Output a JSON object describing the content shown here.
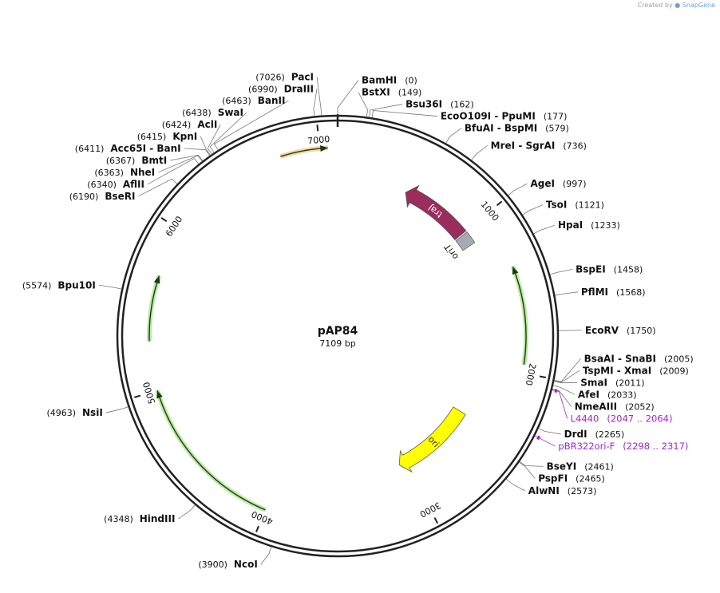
{
  "credit": {
    "prefix": "Created by",
    "brand": "SnapGene"
  },
  "plasmid": {
    "name": "pAP84",
    "size_label": "7109 bp",
    "length": 7109
  },
  "ticks": [
    "1000",
    "2000",
    "3000",
    "4000",
    "5000",
    "6000",
    "7000"
  ],
  "enzymes": [
    {
      "name": "BamHI",
      "pos": "(0)",
      "site": 0
    },
    {
      "name": "BstXI",
      "pos": "(149)",
      "site": 149
    },
    {
      "name": "Bsu36I",
      "pos": "(162)",
      "site": 162
    },
    {
      "name": "EcoO109I  - PpuMI",
      "pos": "(177)",
      "site": 177
    },
    {
      "name": "BfuAI  - BspMI",
      "pos": "(579)",
      "site": 579
    },
    {
      "name": "MreI  - SgrAI",
      "pos": "(736)",
      "site": 736
    },
    {
      "name": "AgeI",
      "pos": "(997)",
      "site": 997
    },
    {
      "name": "TsoI",
      "pos": "(1121)",
      "site": 1121
    },
    {
      "name": "HpaI",
      "pos": "(1233)",
      "site": 1233
    },
    {
      "name": "BspEI",
      "pos": "(1458)",
      "site": 1458
    },
    {
      "name": "PflMI",
      "pos": "(1568)",
      "site": 1568
    },
    {
      "name": "EcoRV",
      "pos": "(1750)",
      "site": 1750
    },
    {
      "name": "BsaAI  - SnaBI",
      "pos": "(2005)",
      "site": 2005
    },
    {
      "name": "TspMI  - XmaI",
      "pos": "(2009)",
      "site": 2009
    },
    {
      "name": "SmaI",
      "pos": "(2011)",
      "site": 2011
    },
    {
      "name": "AfeI",
      "pos": "(2033)",
      "site": 2033
    },
    {
      "name": "NmeAIII",
      "pos": "(2052)",
      "site": 2052
    },
    {
      "name": "DrdI",
      "pos": "(2265)",
      "site": 2265
    },
    {
      "name": "BseYI",
      "pos": "(2461)",
      "site": 2461
    },
    {
      "name": "PspFI",
      "pos": "(2465)",
      "site": 2465
    },
    {
      "name": "AlwNI",
      "pos": "(2573)",
      "site": 2573
    },
    {
      "name": "NcoI",
      "pos": "(3900)",
      "site": 3900
    },
    {
      "name": "HindIII",
      "pos": "(4348)",
      "site": 4348
    },
    {
      "name": "NsiI",
      "pos": "(4963)",
      "site": 4963
    },
    {
      "name": "Bpu10I",
      "pos": "(5574)",
      "site": 5574
    },
    {
      "name": "BseRI",
      "pos": "(6190)",
      "site": 6190
    },
    {
      "name": "AflII",
      "pos": "(6340)",
      "site": 6340
    },
    {
      "name": "NheI",
      "pos": "(6363)",
      "site": 6363
    },
    {
      "name": "BmtI",
      "pos": "(6367)",
      "site": 6367
    },
    {
      "name": "Acc65I  - BanI",
      "pos": "(6411)",
      "site": 6411
    },
    {
      "name": "KpnI",
      "pos": "(6415)",
      "site": 6415
    },
    {
      "name": "AclI",
      "pos": "(6424)",
      "site": 6424
    },
    {
      "name": "SwaI",
      "pos": "(6438)",
      "site": 6438
    },
    {
      "name": "BanII",
      "pos": "(6463)",
      "site": 6463
    },
    {
      "name": "DraIII",
      "pos": "(6990)",
      "site": 6990
    },
    {
      "name": "PacI",
      "pos": "(7026)",
      "site": 7026
    }
  ],
  "primers": [
    {
      "name": "L4440",
      "range": "(2047 .. 2064)",
      "start": 2047,
      "end": 2064
    },
    {
      "name": "pBR322ori-F",
      "range": "(2298 .. 2317)",
      "start": 2298,
      "end": 2317
    }
  ],
  "features": [
    {
      "name": "traJ",
      "label": "traJ",
      "start": 1000,
      "end": 500,
      "color": "#9b2d5e",
      "type": "arrow"
    },
    {
      "name": "oriT",
      "label": "oriT",
      "start": 1010,
      "end": 1100,
      "color": "#a6abb0",
      "type": "box"
    },
    {
      "name": "ori",
      "label": "ori",
      "start": 2400,
      "end": 3050,
      "color": "#ffff00",
      "type": "arrow"
    },
    {
      "name": "orange-cds",
      "label": "",
      "start": 6760,
      "end": 7050,
      "color": "#e8a33d",
      "type": "thin"
    },
    {
      "name": "green-cds-1",
      "start": 1950,
      "end": 1350,
      "color": "#6cd13c",
      "type": "thin"
    },
    {
      "name": "green-cds-2",
      "start": 5300,
      "end": 5700,
      "color": "#6cd13c",
      "type": "thin"
    },
    {
      "name": "green-cds-3",
      "start": 4000,
      "end": 5000,
      "color": "#6cd13c",
      "type": "thin"
    }
  ],
  "colors": {
    "backbone": "#222222",
    "primer": "#9b27c9",
    "leader": "#777777"
  }
}
